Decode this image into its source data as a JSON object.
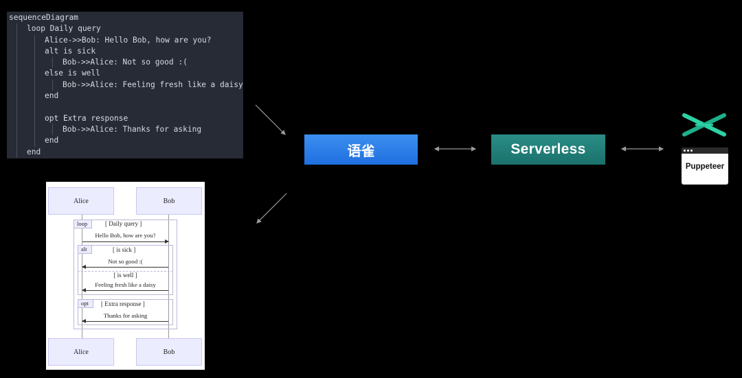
{
  "code": {
    "lines": [
      {
        "indent": 0,
        "text": "sequenceDiagram"
      },
      {
        "indent": 1,
        "text": "loop Daily query"
      },
      {
        "indent": 2,
        "text": "Alice->>Bob: Hello Bob, how are you?"
      },
      {
        "indent": 2,
        "text": "alt is sick"
      },
      {
        "indent": 3,
        "text": "Bob->>Alice: Not so good :("
      },
      {
        "indent": 2,
        "text": "else is well"
      },
      {
        "indent": 3,
        "text": "Bob->>Alice: Feeling fresh like a daisy"
      },
      {
        "indent": 2,
        "text": "end"
      },
      {
        "indent": 2,
        "text": ""
      },
      {
        "indent": 2,
        "text": "opt Extra response"
      },
      {
        "indent": 3,
        "text": "Bob->>Alice: Thanks for asking"
      },
      {
        "indent": 2,
        "text": "end"
      },
      {
        "indent": 1,
        "text": "end"
      }
    ]
  },
  "pipeline": {
    "yuque": "语雀",
    "serverless": "Serverless",
    "puppeteer": "Puppeteer"
  },
  "rendered": {
    "actors": {
      "left": "Alice",
      "right": "Bob"
    },
    "loop": {
      "tag": "loop",
      "condition": "[ Daily query ]"
    },
    "msg1": "Hello Bob, how are you?",
    "alt": {
      "tag": "alt",
      "condition": "[ is sick ]"
    },
    "msg2": "Not so good :(",
    "else_condition": "[ is well ]",
    "msg3": "Feeling fresh like a daisy",
    "opt": {
      "tag": "opt",
      "condition": "[ Extra response ]"
    },
    "msg4": "Thanks for asking"
  },
  "colors": {
    "background": "#000000",
    "code_panel": "#262b35",
    "yuque_box": "#2a7fe8",
    "serverless_box": "#238079",
    "puppeteer_logo": "#2fd1a4",
    "actor_fill": "#ececff"
  }
}
